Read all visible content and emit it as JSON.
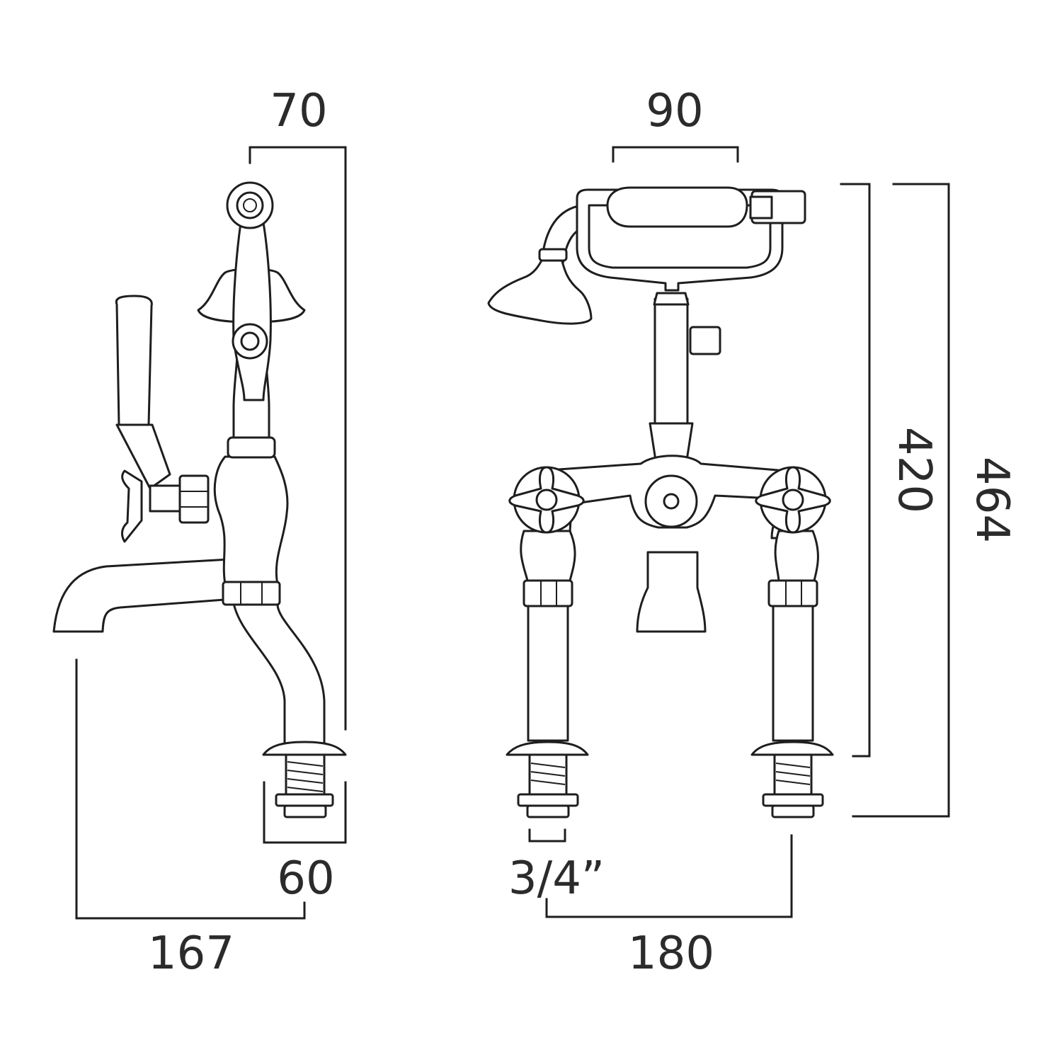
{
  "dimensions": {
    "side_top_width": "70",
    "side_base_width": "60",
    "side_spout_reach": "167",
    "front_handset_width": "90",
    "front_tail_size": "3/4”",
    "front_centres": "180",
    "front_height_to_deck": "420",
    "front_overall_height": "464"
  },
  "colors": {
    "line": "#1e1e1e",
    "background": "#ffffff",
    "text": "#2b2b2b"
  }
}
